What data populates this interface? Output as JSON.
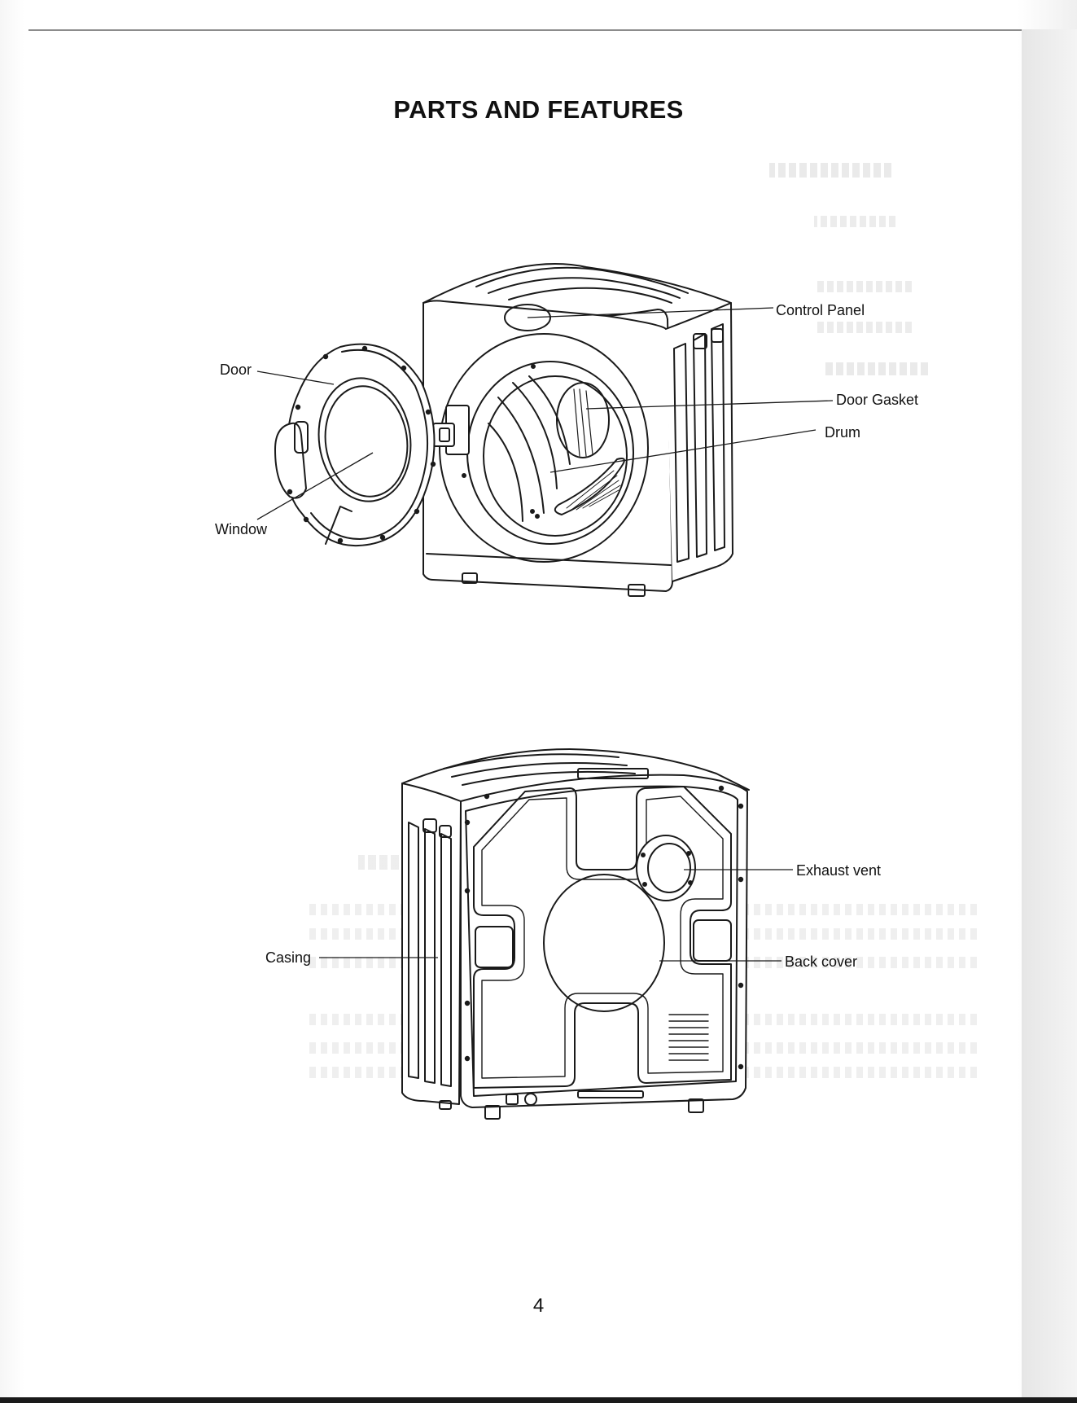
{
  "page": {
    "title": "PARTS AND FEATURES",
    "page_number": "4"
  },
  "front_view": {
    "callouts": {
      "door": "Door",
      "window": "Window",
      "control_panel": "Control Panel",
      "door_gasket": "Door Gasket",
      "drum": "Drum"
    }
  },
  "rear_view": {
    "callouts": {
      "exhaust_vent": "Exhaust vent",
      "casing": "Casing",
      "back_cover": "Back cover"
    }
  }
}
